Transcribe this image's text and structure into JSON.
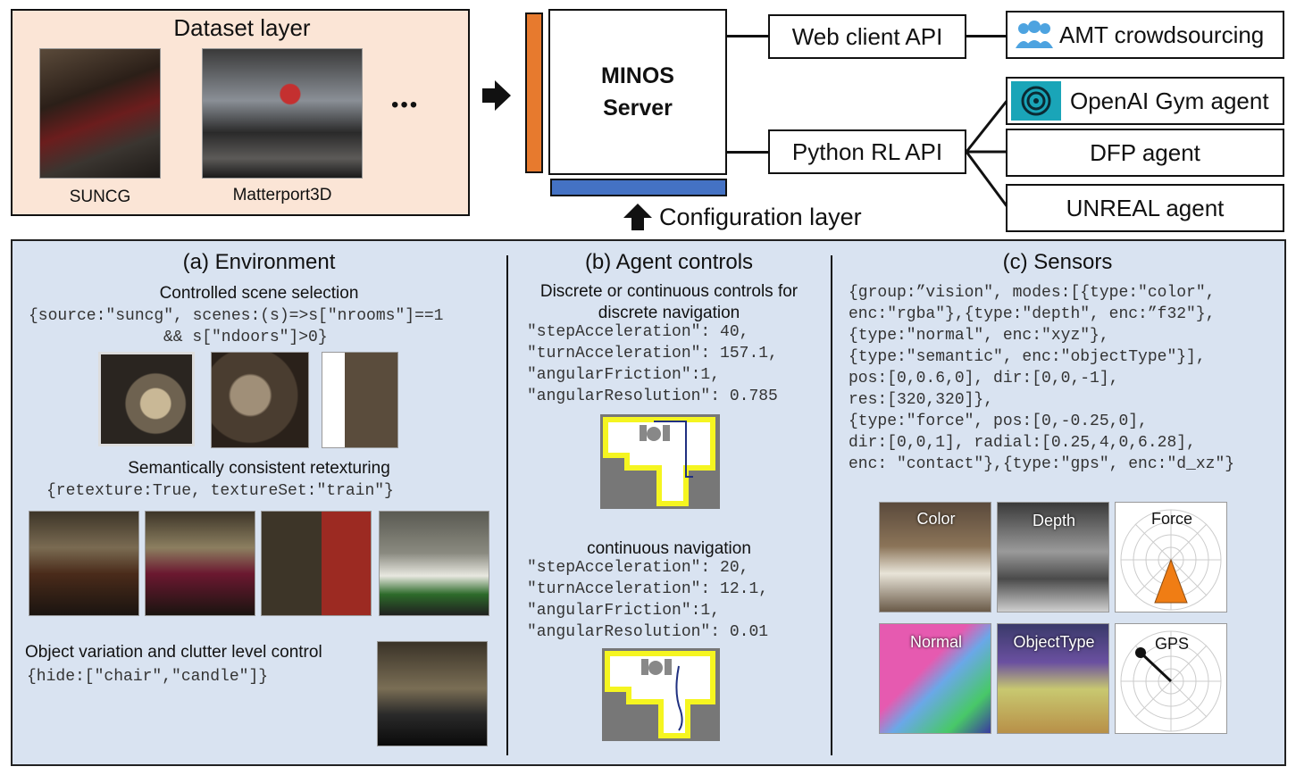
{
  "dataset_layer": {
    "title": "Dataset layer",
    "item1_label": "SUNCG",
    "item2_label": "Matterport3D",
    "more": "•••"
  },
  "server": {
    "line1": "MINOS",
    "line2": "Server"
  },
  "config_layer": "Configuration layer",
  "apis": {
    "web": "Web client API",
    "python": "Python RL API"
  },
  "clients": {
    "amt": "AMT crowdsourcing",
    "openai": "OpenAI Gym agent",
    "dfp": "DFP agent",
    "unreal": "UNREAL agent"
  },
  "colors": {
    "orange": "#e77a2e",
    "blue": "#4472c4",
    "panel": "#d9e3f1",
    "teal": "#1aa5b8",
    "yellow": "#f5f520"
  },
  "env": {
    "title": "(a) Environment",
    "scene_title": "Controlled scene selection",
    "scene_code1": "{source:\"suncg\", scenes:(s)=>s[\"nrooms\"]==1",
    "scene_code2": "&& s[\"ndoors\"]>0}",
    "retex_title": "Semantically consistent retexturing",
    "retex_code": "{retexture:True, textureSet:\"train\"}",
    "obj_title": "Object variation and clutter level control",
    "obj_code": "{hide:[\"chair\",\"candle\"]}"
  },
  "agent": {
    "title": "(b) Agent controls",
    "discrete_title1": "Discrete or continuous controls for",
    "discrete_title2": "discrete navigation",
    "discrete_code": [
      "\"stepAcceleration\": 40,",
      "\"turnAcceleration\": 157.1,",
      "\"angularFriction\":1,",
      "\"angularResolution\": 0.785"
    ],
    "cont_title": "continuous navigation",
    "cont_code": [
      "\"stepAcceleration\": 20,",
      "\"turnAcceleration\": 12.1,",
      "\"angularFriction\":1,",
      "\"angularResolution\": 0.01"
    ]
  },
  "sensors": {
    "title": "(c) Sensors",
    "code": [
      "{group:”vision\", modes:[{type:\"color\",",
      "enc:\"rgba\"},{type:\"depth\", enc:”f32\"},",
      "{type:\"normal\", enc:\"xyz\"},",
      "{type:\"semantic\", enc:\"objectType\"}],",
      "pos:[0,0.6,0], dir:[0,0,-1],",
      "res:[320,320]},",
      "{type:\"force\", pos:[0,-0.25,0],",
      "dir:[0,0,1], radial:[0.25,4,0,6.28],",
      "enc: \"contact\"},{type:\"gps\", enc:\"d_xz\"}"
    ],
    "labels": {
      "color": "Color",
      "depth": "Depth",
      "force": "Force",
      "normal": "Normal",
      "objecttype": "ObjectType",
      "gps": "GPS"
    }
  }
}
